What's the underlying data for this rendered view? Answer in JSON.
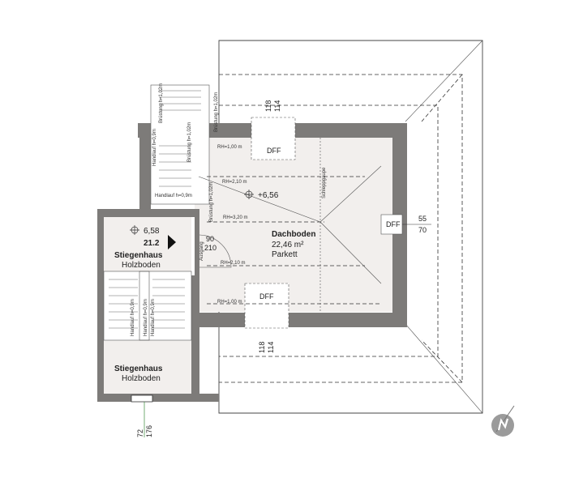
{
  "rooms": {
    "dachboden": {
      "number": "",
      "name": "Dachboden",
      "area": "22,46 m²",
      "floor": "Parkett"
    },
    "stiegenhaus_upper": {
      "number": "21.2",
      "name": "Stiegenhaus",
      "floor": "Holzboden"
    },
    "stiegenhaus_lower": {
      "name": "Stiegenhaus",
      "floor": "Holzboden"
    }
  },
  "levels": {
    "main": "+6,56",
    "stair": "6,58"
  },
  "windows": {
    "top": {
      "label": "DFF",
      "dim_a": "118",
      "dim_b": "114"
    },
    "bottom": {
      "label": "DFF",
      "dim_a": "118",
      "dim_b": "114"
    },
    "right": {
      "label": "DFF",
      "dim_a": "55",
      "dim_b": "70"
    }
  },
  "door": {
    "width": "90",
    "height": "210"
  },
  "room_heights": {
    "rh100_top": "RH=1,00 m",
    "rh210_top": "RH=2,10 m",
    "rh320": "RH=3,20 m",
    "rh210_bottom": "RH=2,10 m",
    "rh100_bottom": "RH=1,00 m"
  },
  "annotations": {
    "handlauf": "Handlauf h=0,9m",
    "handlauf_vertical": "Handlauf h=0,9m",
    "bruestung_top": "Brüstung h=1,02m",
    "bruestung_mid": "Brüstung h=1,02m",
    "bruestung_left": "Brüstung h=1,02m",
    "bruestung_left2": "Brüstung h=1,02m",
    "ridge": "Schleppgaupe",
    "eingang": "Ausgang",
    "stair_handlauf_1": "Handlauf h=0,9m",
    "stair_handlauf_2": "Handlauf h=0,9m",
    "stair_handlauf_3": "Handlauf h=0,9m"
  },
  "stair_dims": {
    "a": "72",
    "b": "176"
  },
  "colors": {
    "wall": "#7d7b79",
    "floor": "#f2efed",
    "stair_floor": "#f2efed",
    "green": "#3a8a3a"
  },
  "icons": {
    "north": "north-arrow-icon",
    "level": "level-marker-icon",
    "direction": "direction-arrow-icon"
  }
}
